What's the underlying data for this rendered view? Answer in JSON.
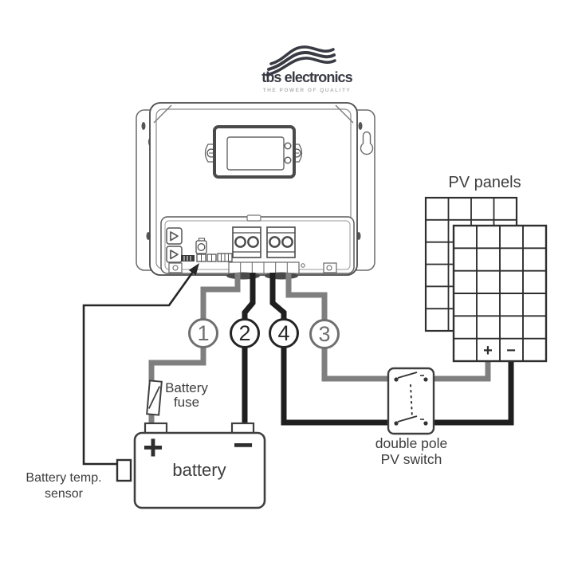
{
  "logo": {
    "brand": "tbs electronics",
    "tagline": "THE POWER OF QUALITY",
    "icon": "waves-icon"
  },
  "pv": {
    "title": "PV panels",
    "plus": "+",
    "minus": "−",
    "switch_label_line1": "double pole",
    "switch_label_line2": "PV switch"
  },
  "battery": {
    "label": "battery",
    "plus": "+",
    "minus": "−",
    "fuse_label": "Battery fuse",
    "temp_sensor_line1": "Battery temp.",
    "temp_sensor_line2": "sensor"
  },
  "connections": [
    {
      "id": "1",
      "wire": "gray"
    },
    {
      "id": "2",
      "wire": "black"
    },
    {
      "id": "4",
      "wire": "black"
    },
    {
      "id": "3",
      "wire": "gray"
    }
  ],
  "colors": {
    "wire_gray": "#7f7f7f",
    "wire_black": "#1f1f1f",
    "device_outline": "#555555",
    "text": "#3d3d3d",
    "logo_text": "#3a3a44",
    "tagline_gray": "#b3b3b3"
  }
}
